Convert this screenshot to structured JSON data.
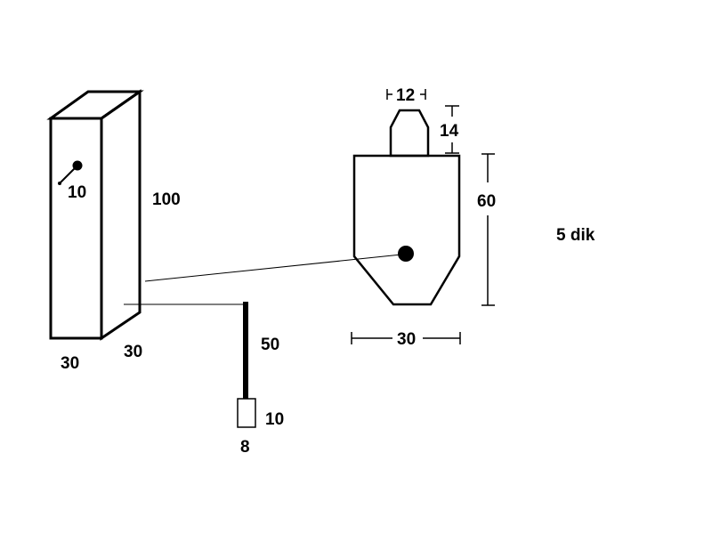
{
  "box": {
    "height_label": "100",
    "width_label": "30",
    "depth_label": "30",
    "hole_label": "10"
  },
  "rod": {
    "length_label": "50",
    "tip_height_label": "10",
    "tip_width_label": "8"
  },
  "piece": {
    "top_width_label": "12",
    "top_height_label": "14",
    "height_label": "60",
    "width_label": "30",
    "thickness_label": "5 dik"
  },
  "colors": {
    "stroke": "#000000",
    "background": "#ffffff"
  }
}
